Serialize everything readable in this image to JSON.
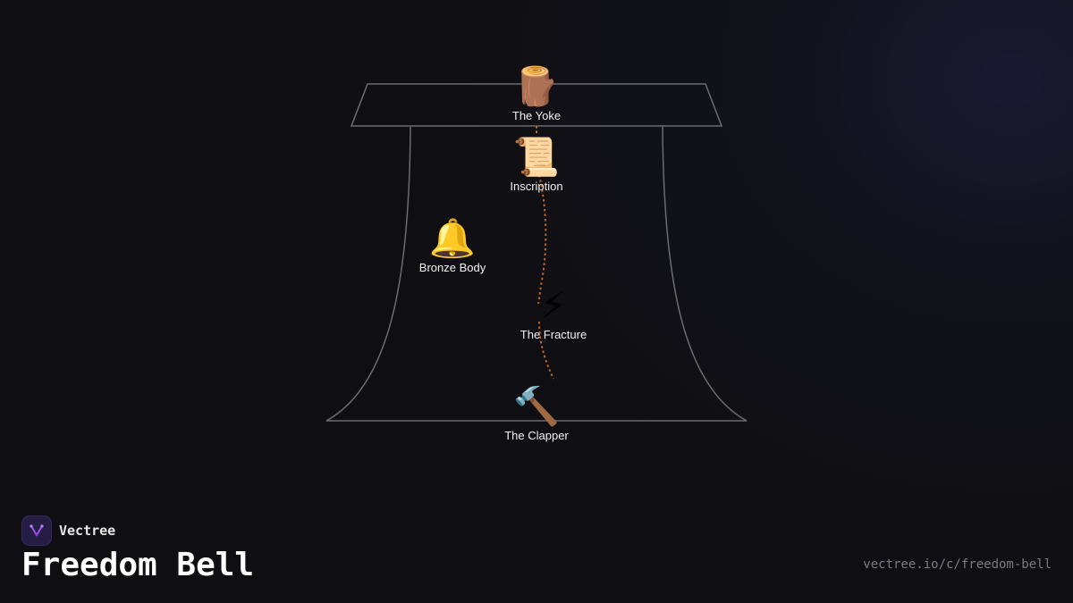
{
  "brand": {
    "name": "Vectree",
    "logo_icon": "vectree-logo-icon",
    "logo_color": "#a855f7"
  },
  "title": "Freedom Bell",
  "url": "vectree.io/c/freedom-bell",
  "colors": {
    "background": "#0f0f13",
    "outline": "#6b6b72",
    "connector": "#c0642a",
    "label": "#f2f2f2"
  },
  "nodes": [
    {
      "id": "yoke",
      "label": "The Yoke",
      "icon": "log-icon",
      "glyph": "🪵"
    },
    {
      "id": "inscription",
      "label": "Inscription",
      "icon": "scroll-icon",
      "glyph": "📜"
    },
    {
      "id": "bronze-body",
      "label": "Bronze Body",
      "icon": "bell-icon",
      "glyph": "🔔"
    },
    {
      "id": "fracture",
      "label": "The Fracture",
      "icon": "lightning-icon",
      "glyph": "⚡"
    },
    {
      "id": "clapper",
      "label": "The Clapper",
      "icon": "hammer-icon",
      "glyph": "🔨"
    }
  ],
  "connections": [
    {
      "from": "yoke",
      "to": "inscription",
      "style": "dotted"
    },
    {
      "from": "inscription",
      "to": "fracture",
      "style": "dotted"
    },
    {
      "from": "fracture",
      "to": "clapper",
      "style": "dotted"
    }
  ]
}
